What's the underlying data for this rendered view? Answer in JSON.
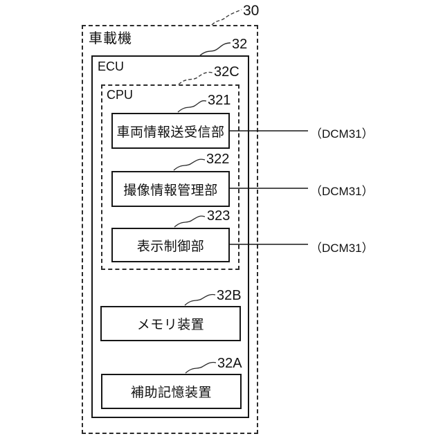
{
  "figure": {
    "outer_box": {
      "label": "車載機",
      "ref": "30"
    },
    "ecu_box": {
      "label": "ECU",
      "ref": "32"
    },
    "cpu_box": {
      "label": "CPU",
      "ref": "32C"
    },
    "cpu_modules": [
      {
        "label": "車両情報送受信部",
        "ref": "321",
        "connection": "（DCM31）"
      },
      {
        "label": "撮像情報管理部",
        "ref": "322",
        "connection": "（DCM31）"
      },
      {
        "label": "表示制御部",
        "ref": "323",
        "connection": "（DCM31）"
      }
    ],
    "ecu_components": [
      {
        "label": "メモリ装置",
        "ref": "32B"
      },
      {
        "label": "補助記憶装置",
        "ref": "32A"
      }
    ],
    "colors": {
      "line": "#161616",
      "background": "#ffffff"
    }
  }
}
